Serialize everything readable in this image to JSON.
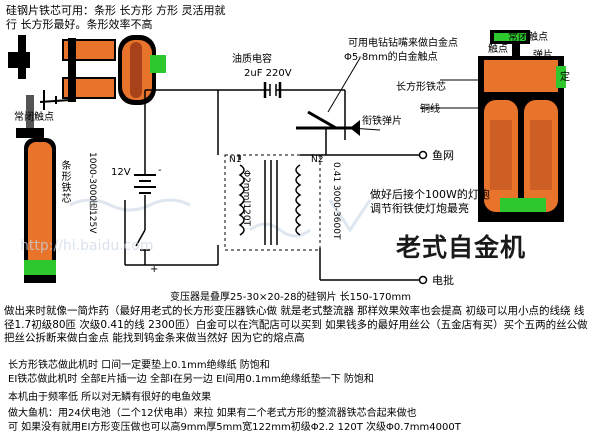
{
  "top_note": {
    "line1": "硅钢片铁芯可用：条形  长方形  方形  灵活用就",
    "line2": "行  长方形最好。条形效率不高"
  },
  "capacitor": {
    "name": "油质电容",
    "value": "2uF 220V"
  },
  "drill_note": {
    "line1": "可用电钻钻嘴来做白金点",
    "line2": "Φ5-8mm的白金触点"
  },
  "spring_label": "衔铁弹片",
  "output_labels": {
    "fishing_net": "鱼网",
    "electric_fork": "电批"
  },
  "battery": {
    "voltage": "12V",
    "plus": "+",
    "minus": "-"
  },
  "normally_closed_left": "常闭触点",
  "bar_core_label": "条形铁芯",
  "core_spec_vertical": "1000-3000匝125V",
  "transformer": {
    "n1": "N1",
    "n2": "N2",
    "primary": "Φ2mm|120T",
    "secondary": "0.41  3000-3600T"
  },
  "lamp_note": {
    "line1": "做好后接个100W的灯炮",
    "line2": "调节衔铁使灯炮最亮"
  },
  "title": "老式自金机",
  "right_labels": {
    "contact": "触点",
    "normally_closed": "常闭触点",
    "spring": "弹片",
    "fixed": "定",
    "rect_core": "长方形铁芯",
    "copper_wire": "铜线"
  },
  "transformer_spec": "变压器是叠厚25-30×20-28的硅钢片  长150-170mm",
  "para1": "做出来时就像一简炸药（最好用老式的长方形变压器铁心做  就是老式整流器  那样效果效率也会提高  初级可以用小点的线绕  线径1.7初级80匝  次级0.41的线  2300匝）白金可以在汽配店可以买到  如果钱多的最好用丝公（五金店有买）买个五两的丝公做  把丝公拆断来做白金点  能找到钨金条来做当然好  因为它的熔点高",
  "para2_line1": "长方形铁芯做此机时  口间一定要垫上0.1mm绝缘纸  防饱和",
  "para2_line2": "EI铁芯做此机时  全部E片插一边  全部I在另一边  EI间用0.1mm绝缘纸垫一下  防饱和",
  "para3": "本机由于频率低  所以对无鳞有很好的电鱼效果",
  "para4_line1": "做大鱼机：用24伏电池（二个12伏电串）来拉  如果有二个老式方形的整流器铁芯合起来做也",
  "para4_line2": "可  如果没有就用EI方形变压做也可以高9mm厚5mm宽122mm初级Φ2.2  120T  次级Φ0.7mm4000T",
  "colors": {
    "core_orange": "#e8742c",
    "core_dark": "#a8421a",
    "contact_green": "#2ec82e",
    "wire": "#000000",
    "stripe_blue": "#1c4fa0",
    "watermark": "#c9d6e6"
  },
  "watermark": "http://hi.baidu.com"
}
